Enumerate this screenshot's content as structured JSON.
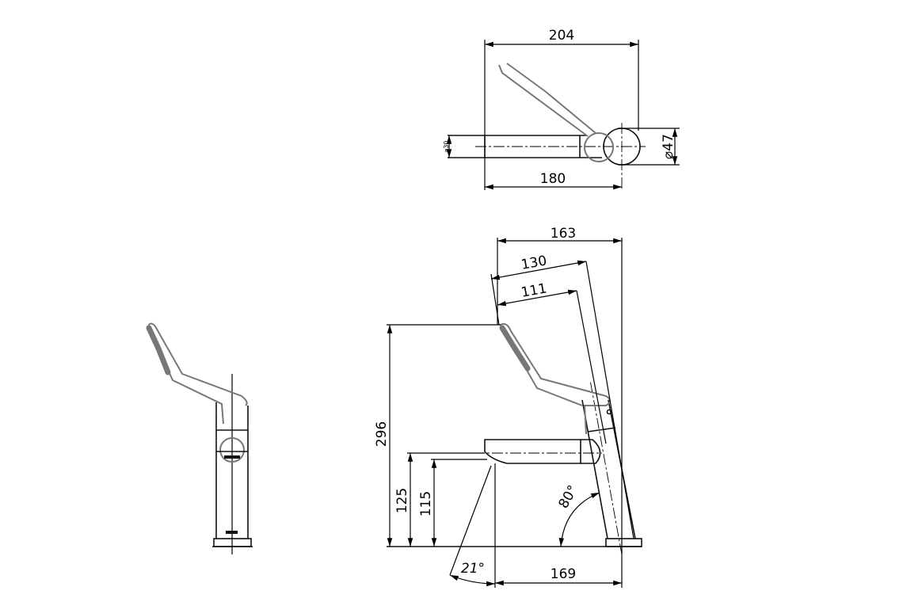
{
  "top_view": {
    "width_overall": "204",
    "spout_length": "180",
    "spout_diameter": "⌀30",
    "body_diameter": "⌀47"
  },
  "front_view": {
    "horizontal_reach": "163",
    "lever_length_upper": "130",
    "lever_length_lower": "111",
    "overall_height": "296",
    "spout_top_height": "125",
    "spout_outlet_height": "115",
    "body_angle": "80°",
    "spray_angle": "21°",
    "base_to_outlet": "169"
  },
  "colors": {
    "line": "#111111",
    "lever": "#777777"
  }
}
